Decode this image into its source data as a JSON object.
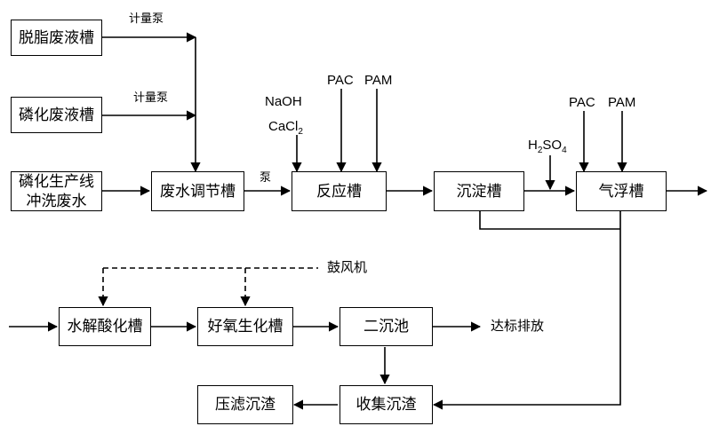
{
  "boxes": {
    "degreasing_tank": "脱脂废液槽",
    "phosphating_tank": "磷化废液槽",
    "phosphating_rinse": "磷化生产线冲洗废水",
    "regulating_tank": "废水调节槽",
    "reaction_tank": "反应槽",
    "settling_tank": "沉淀槽",
    "flotation_tank": "气浮槽",
    "hydrolysis_tank": "水解酸化槽",
    "aerobic_tank": "好氧生化槽",
    "secondary_clarifier": "二沉池",
    "sludge_collection": "收集沉渣",
    "filter_press": "压滤沉渣"
  },
  "labels": {
    "metering_pump_1": "计量泵",
    "metering_pump_2": "计量泵",
    "pump": "泵",
    "blower": "鼓风机",
    "discharge": "达标排放"
  },
  "chemicals": {
    "naoh": "NaOH",
    "cacl2_base": "CaCl",
    "cacl2_sub": "2",
    "pac_1": "PAC",
    "pam_1": "PAM",
    "h2so4_h": "H",
    "h2so4_h_sub": "2",
    "h2so4_so": "SO",
    "h2so4_so_sub": "4",
    "pac_2": "PAC",
    "pam_2": "PAM"
  },
  "colors": {
    "line": "#000000",
    "background": "#ffffff"
  }
}
